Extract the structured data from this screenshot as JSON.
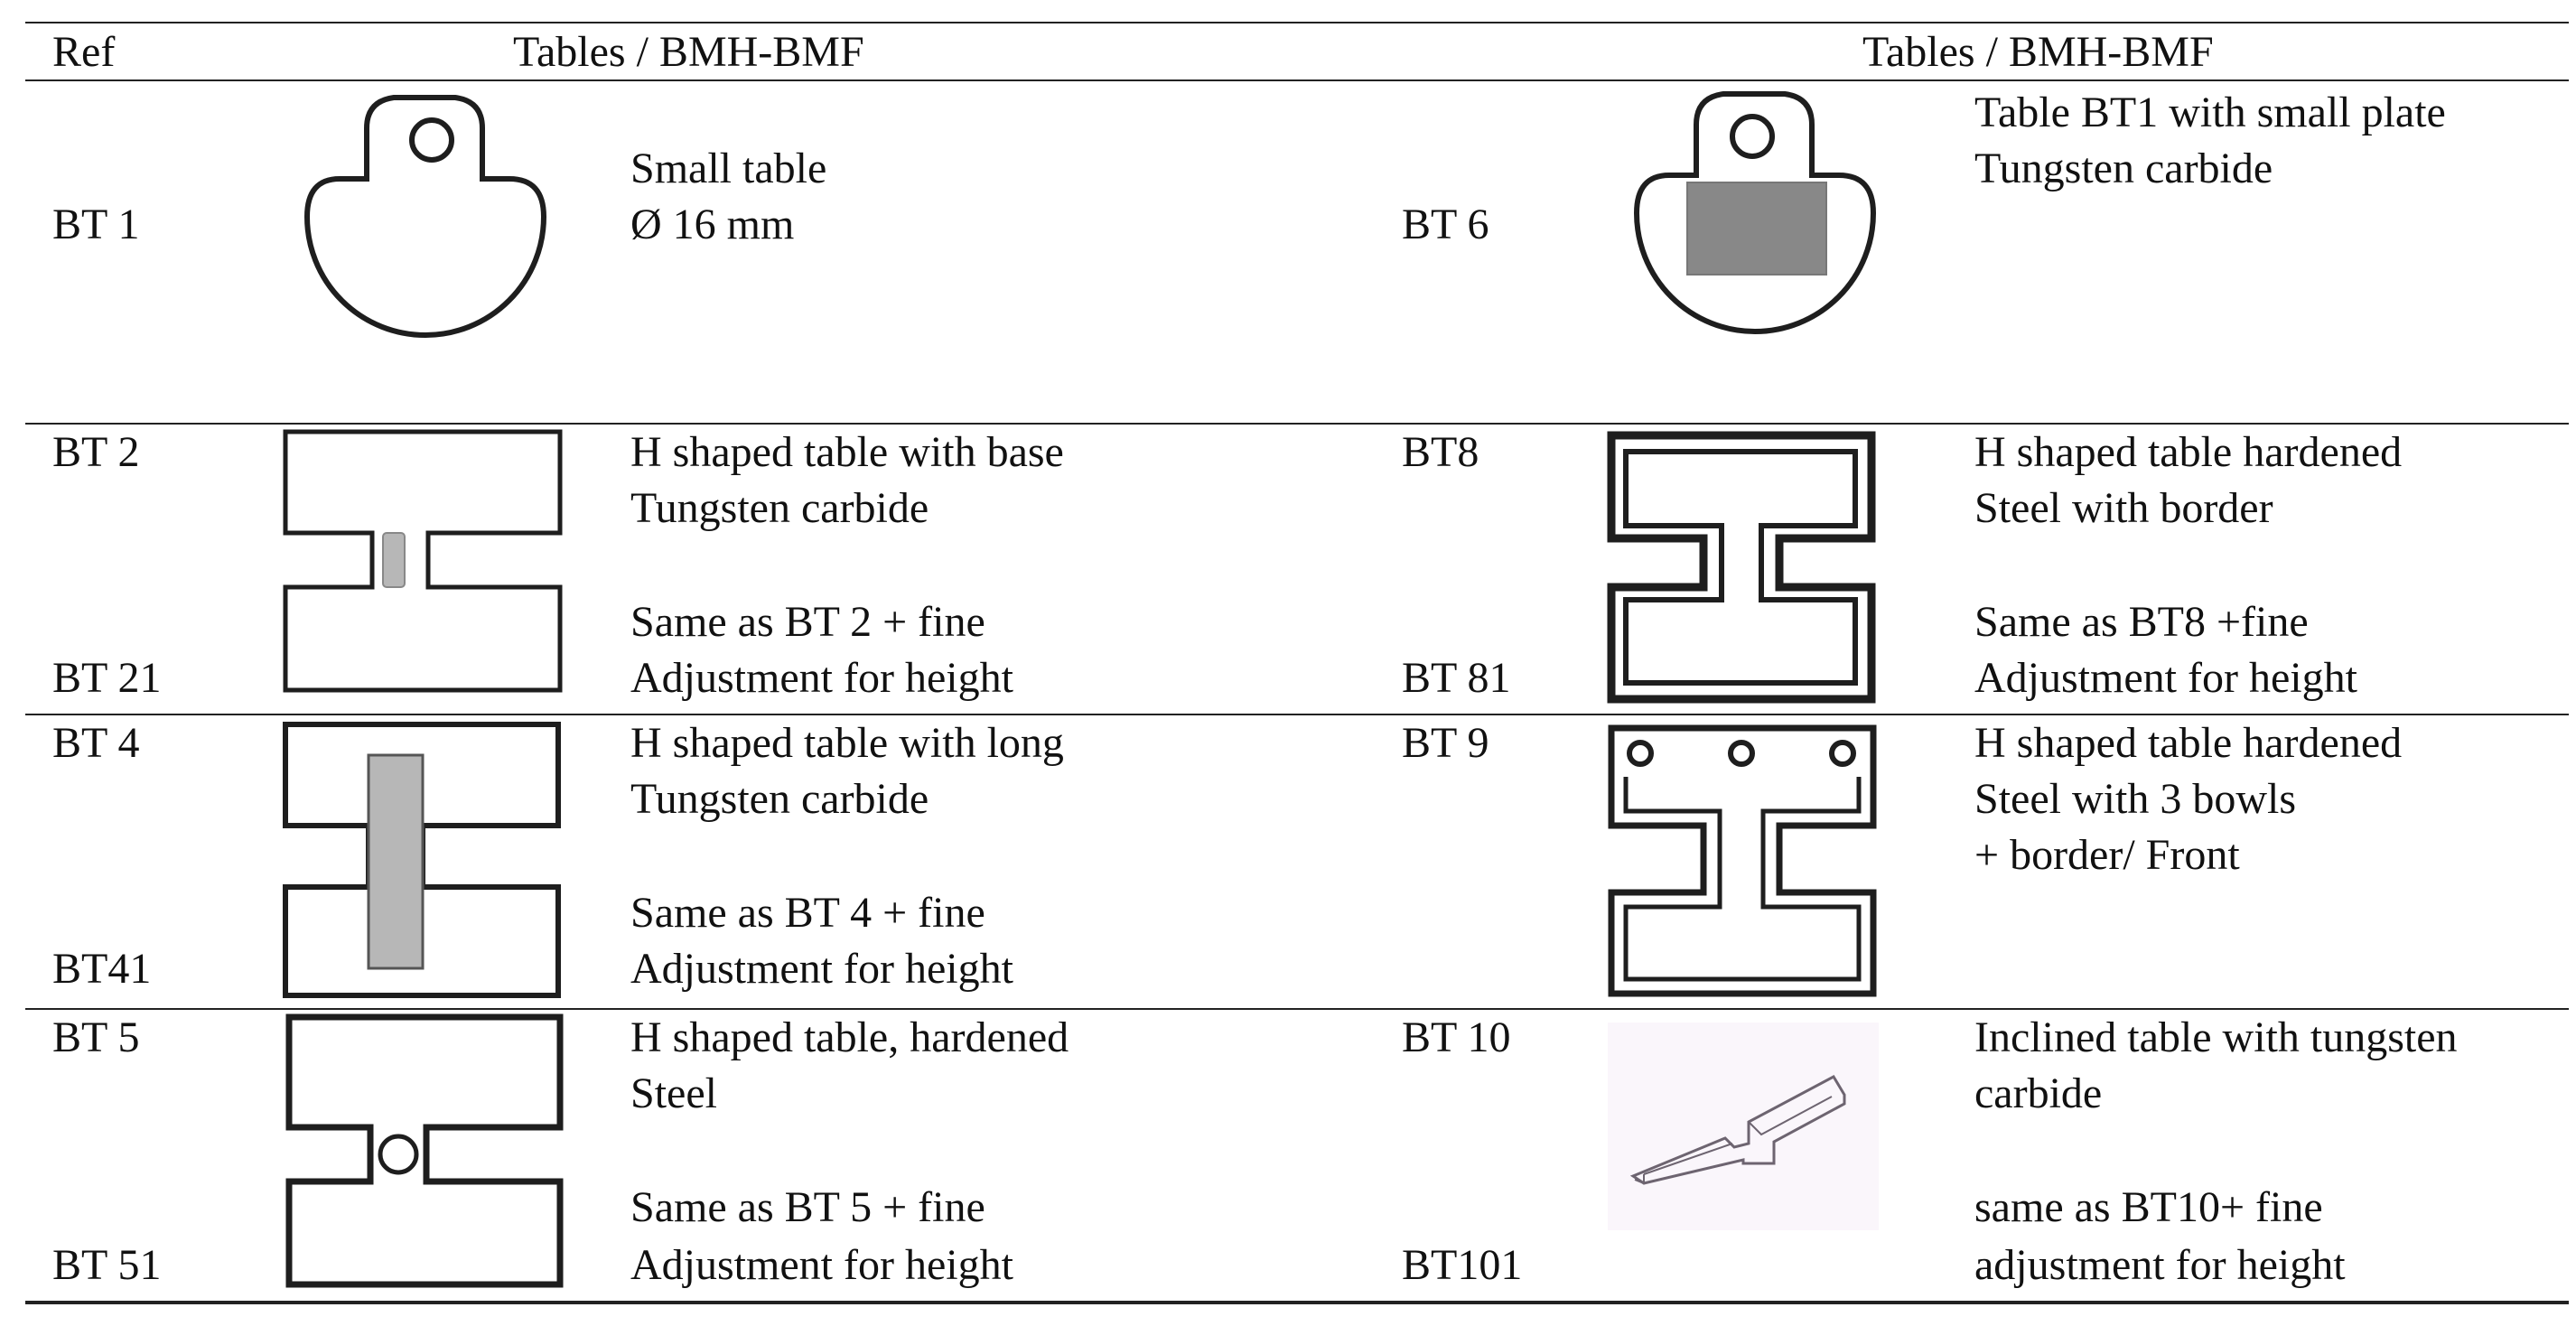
{
  "header": {
    "ref": "Ref",
    "left_title": "Tables / BMH-BMF",
    "right_title": "Tables / BMH-BMF"
  },
  "rows": [
    {
      "left": {
        "ref_top": "BT 1",
        "ref_bottom": "",
        "desc_top": [
          "Small table",
          "Ø 16 mm"
        ],
        "desc_bottom": [],
        "icon": "round-table-icon"
      },
      "right": {
        "ref_top": "BT 6",
        "ref_bottom": "",
        "desc_top": [
          "Table BT1 with small plate",
          "Tungsten carbide"
        ],
        "desc_bottom": [],
        "icon": "round-table-with-plate-icon"
      }
    },
    {
      "left": {
        "ref_top": "BT 2",
        "ref_bottom": "BT 21",
        "desc_top": [
          "H shaped table with base",
          "Tungsten carbide"
        ],
        "desc_bottom": [
          "Same as BT 2 + fine",
          "Adjustment for height"
        ],
        "icon": "h-table-small-insert-icon"
      },
      "right": {
        "ref_top": "BT8",
        "ref_bottom": "BT 81",
        "desc_top": [
          "H shaped table hardened",
          "Steel with border"
        ],
        "desc_bottom": [
          "Same as BT8 +fine",
          "Adjustment for height"
        ],
        "icon": "h-table-border-icon"
      }
    },
    {
      "left": {
        "ref_top": "BT 4",
        "ref_bottom": "BT41",
        "desc_top": [
          "H shaped table with long",
          "Tungsten carbide"
        ],
        "desc_bottom": [
          "Same as BT 4 + fine",
          "Adjustment for height"
        ],
        "icon": "h-table-long-insert-icon"
      },
      "right": {
        "ref_top": "BT 9",
        "ref_bottom": "",
        "desc_top": [
          "H shaped table hardened",
          "Steel with 3 bowls",
          "+ border/ Front"
        ],
        "desc_bottom": [],
        "icon": "h-table-three-bowls-icon"
      }
    },
    {
      "left": {
        "ref_top": "BT 5",
        "ref_bottom": "BT 51",
        "desc_top": [
          "H shaped table, hardened",
          "Steel"
        ],
        "desc_bottom": [
          "Same as BT 5 + fine",
          "Adjustment for height"
        ],
        "icon": "h-table-hole-icon"
      },
      "right": {
        "ref_top": "BT 10",
        "ref_bottom": "BT101",
        "desc_top": [
          "Inclined table with tungsten",
          "carbide"
        ],
        "desc_bottom": [
          "same as BT10+ fine",
          "adjustment for height"
        ],
        "icon": "inclined-table-icon"
      }
    }
  ],
  "colors": {
    "rule": "#222222",
    "insert_gray": "#b7b7b7",
    "plate_gray": "#888888",
    "line": "#1e1e1e"
  }
}
